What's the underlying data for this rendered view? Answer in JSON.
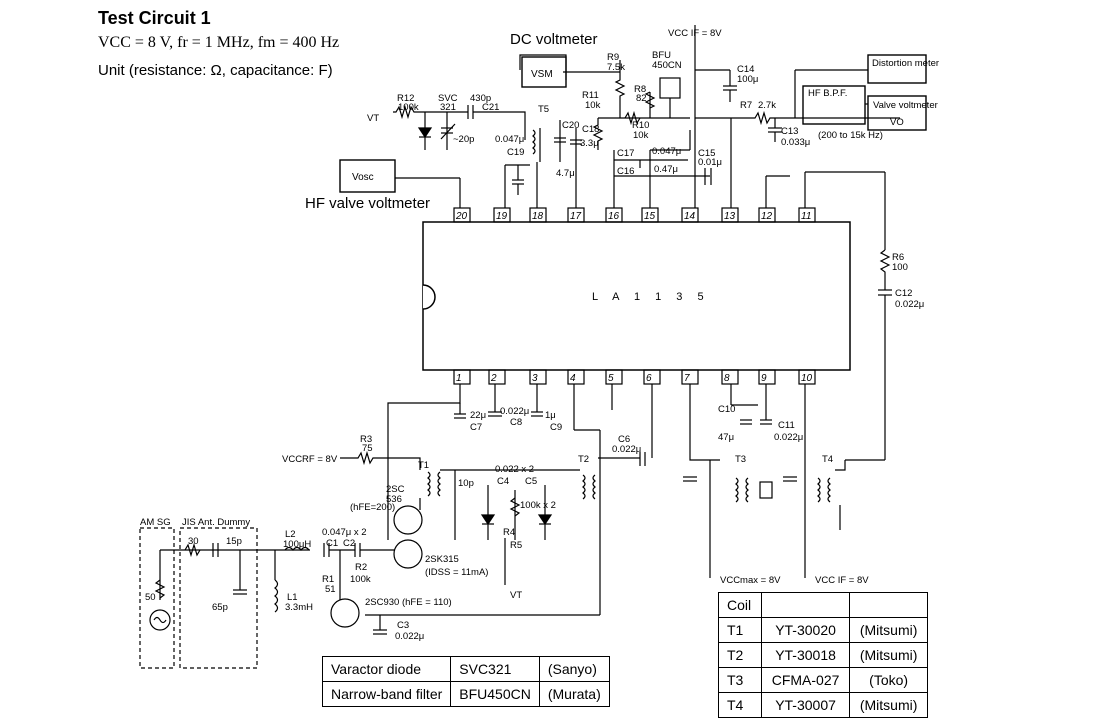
{
  "header": {
    "title": "Test Circuit 1",
    "conditions": "VCC = 8 V, fr = 1 MHz, fm = 400 Hz",
    "units": "Unit (resistance: Ω, capacitance: F)"
  },
  "callouts": {
    "dc_voltmeter": "DC voltmeter",
    "hf_valve_voltmeter": "HF valve voltmeter"
  },
  "instruments": {
    "vsm": "VSM",
    "vosc": "Vosc",
    "distortion": "Distortion meter",
    "valve": "Valve voltmeter",
    "valve_vo": "VO",
    "hf_bpf": "HF B.P.F.",
    "hf_bpf_range": "(200 to 15k Hz)",
    "am_sg": "AM SG",
    "jis_dummy": "JIS Ant. Dummy"
  },
  "chip": {
    "name": "L A 1 1 3 5",
    "top_pins": [
      "20",
      "19",
      "18",
      "17",
      "16",
      "15",
      "14",
      "13",
      "12",
      "11"
    ],
    "bottom_pins": [
      "1",
      "2",
      "3",
      "4",
      "5",
      "6",
      "7",
      "8",
      "9",
      "10"
    ]
  },
  "supplies": {
    "vcc_if_top": "VCC IF = 8V",
    "vccrf": "VCCRF = 8V",
    "vccmax": "VCCmax = 8V",
    "vcc_if_bottom": "VCC IF = 8V",
    "vt_top": "VT",
    "vt_bottom": "VT"
  },
  "components": {
    "r12": "R12",
    "r12_val": "100k",
    "svc": "SVC",
    "svc_val": "321",
    "c21_val": "430p",
    "c21": "C21",
    "svc_range": "~20p",
    "t5": "T5",
    "c19_val": "0.047μ",
    "c19": "C19",
    "c20": "C20",
    "c20_val": "4.7μ",
    "r9": "R9",
    "r9_val": "7.5k",
    "r11": "R11",
    "r11_val": "10k",
    "c18": "C18",
    "c18_val": "3.3μ",
    "r10": "R10",
    "r10_val": "10k",
    "bfu": "BFU",
    "bfu_val": "450CN",
    "r8": "R8",
    "r8_val": "82",
    "c14": "C14",
    "c14_val": "100μ",
    "r7": "R7",
    "r7_val": "2.7k",
    "c13": "C13",
    "c13_val": "0.033μ",
    "c17": "C17",
    "c17_val": "0.047μ",
    "c15": "C15",
    "c15_val": "0.01μ",
    "c16": "C16",
    "c16_val": "0.47μ",
    "r6": "R6",
    "r6_val": "100",
    "c12": "C12",
    "c12_val": "0.022μ",
    "c7": "C7",
    "c7_val": "22μ",
    "c8": "C8",
    "c8_val": "0.022μ",
    "c9": "C9",
    "c9_val": "1μ",
    "c6": "C6",
    "c6_val": "0.022μ",
    "r3": "R3",
    "r3_val": "75",
    "t1": "T1",
    "t2": "T2",
    "t3": "T3",
    "t4": "T4",
    "c10": "C10",
    "c10_val": "47μ",
    "c11": "C11",
    "c11_val": "0.022μ",
    "q1": "2SC",
    "q1_val": "536",
    "q1_hfe": "(hFE=200)",
    "q2": "2SK315",
    "q2_idss": "(IDSS = 11mA)",
    "q3": "2SC930 (hFE = 110)",
    "c10p": "10p",
    "c45_val": "0.022 x 2",
    "c4": "C4",
    "c5": "C5",
    "r4": "R4",
    "r45_val": "100k x 2",
    "r5": "R5",
    "l2": "L2",
    "l2_val": "100μH",
    "c1c2_val": "0.047μ x 2",
    "c1": "C1",
    "c2": "C2",
    "r1": "R1",
    "r1_val": "51",
    "r2": "R2",
    "r2_val": "100k",
    "c3": "C3",
    "c3_val": "0.022μ",
    "l1": "L1",
    "l1_val": "3.3mH",
    "r30": "30",
    "c15p": "15p",
    "c65p": "65p",
    "r50": "50"
  },
  "part_table": {
    "rows": [
      {
        "part": "Varactor diode",
        "model": "SVC321",
        "maker": "(Sanyo)"
      },
      {
        "part": "Narrow-band filter",
        "model": "BFU450CN",
        "maker": "(Murata)"
      }
    ]
  },
  "coil_table": {
    "header": "Coil",
    "rows": [
      {
        "coil": "T1",
        "model": "YT-30020",
        "maker": "(Mitsumi)"
      },
      {
        "coil": "T2",
        "model": "YT-30018",
        "maker": "(Mitsumi)"
      },
      {
        "coil": "T3",
        "model": "CFMA-027",
        "maker": "(Toko)"
      },
      {
        "coil": "T4",
        "model": "YT-30007",
        "maker": "(Mitsumi)"
      }
    ]
  }
}
